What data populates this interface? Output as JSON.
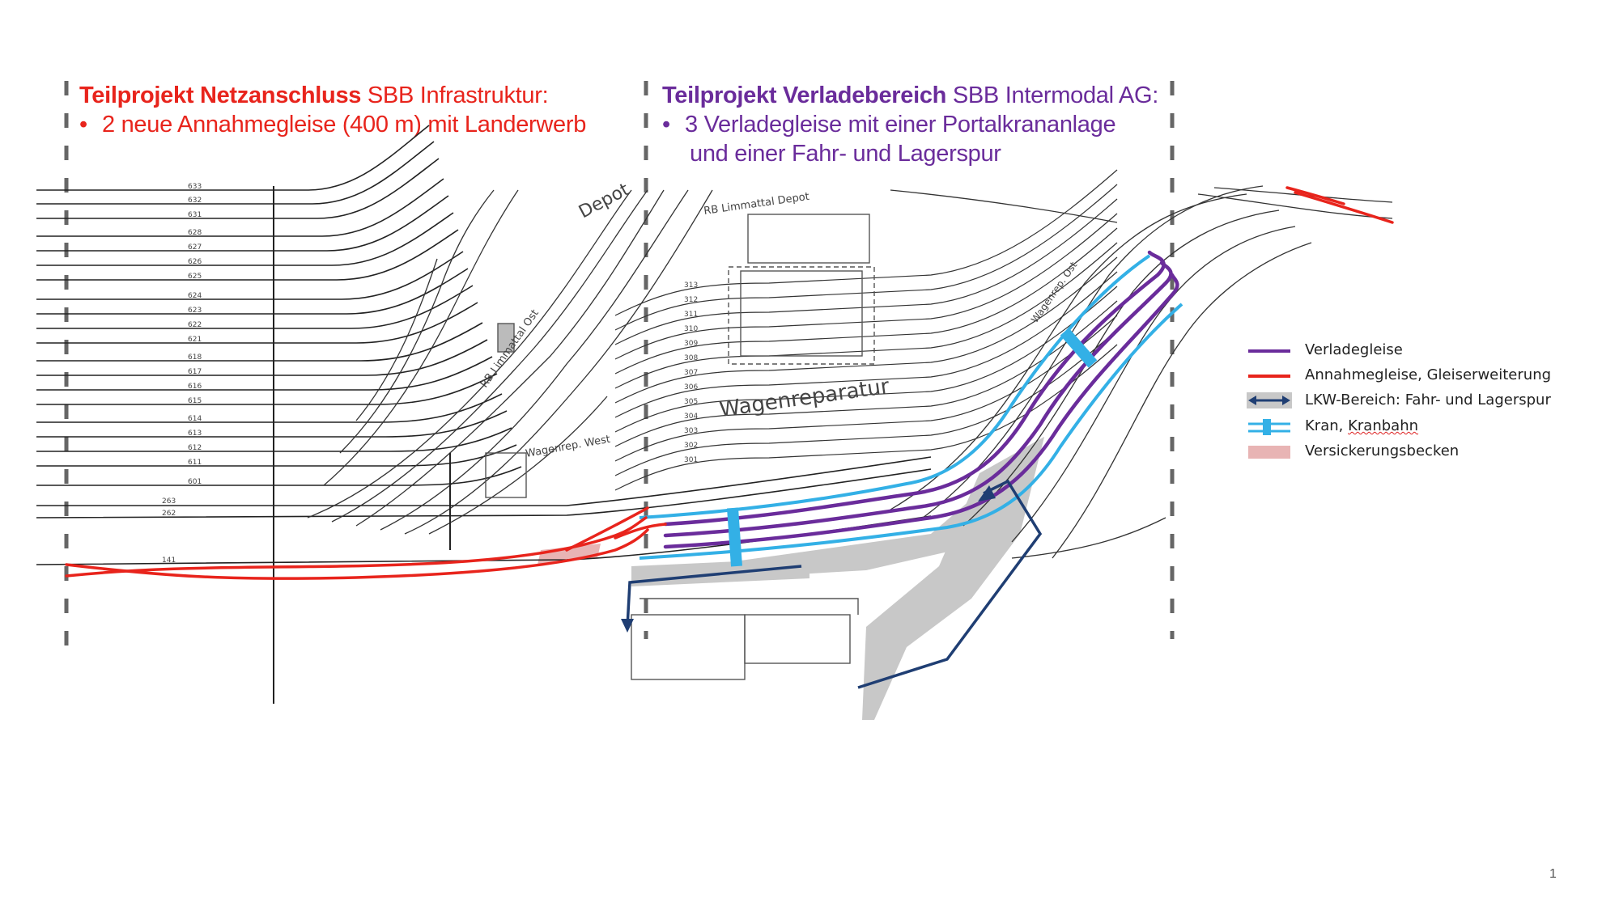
{
  "header_left": {
    "title_bold": "Teilprojekt Netzanschluss",
    "title_rest": " SBB Infrastruktur:",
    "bullet": "2 neue Annahmegleise (400 m) mit Landerwerb"
  },
  "header_right": {
    "title_bold": "Teilprojekt Verladebereich",
    "title_rest": " SBB Intermodal AG:",
    "bullet_line1": "3 Verladegleise mit einer Portalkrananlage",
    "bullet_line2": "und einer Fahr- und Lagerspur"
  },
  "bullet_char": "•",
  "legend": {
    "items": [
      {
        "label": "Verladegleise",
        "color": "#6a2c9b"
      },
      {
        "label": "Annahmegleise, Gleiserweiterung",
        "color": "#e8241c"
      },
      {
        "label": "LKW-Bereich: Fahr- und Lagerspur",
        "color": "#1f3e73",
        "fill": "#c8c8c8"
      },
      {
        "label_a": "Kran, ",
        "label_b": "Kranbahn",
        "color": "#33b0e6"
      },
      {
        "label": "Versickerungsbecken",
        "color": "#e8b4b4"
      }
    ]
  },
  "plan": {
    "label_wagenreparatur": "Wagenreparatur",
    "label_rb_depot": "RB Limmattal Depot",
    "label_rb_ost": "RB Limmattal Ost",
    "label_depot": "Depot",
    "label_wagenrep_west": "Wagenrep. West",
    "label_wagenrep_ost": "Wagenrep. Ost",
    "track_numbers_left": [
      "633",
      "632",
      "631",
      "628",
      "627",
      "626",
      "625",
      "624",
      "623",
      "622",
      "621",
      "618",
      "617",
      "616",
      "615",
      "614",
      "613",
      "612",
      "611",
      "601"
    ],
    "track_numbers_bottom": [
      "263",
      "262",
      "141"
    ],
    "track_numbers_mid": [
      "313",
      "312",
      "311",
      "310",
      "309",
      "308",
      "307",
      "306",
      "305",
      "304",
      "303",
      "302",
      "301"
    ]
  },
  "page_number": "1"
}
